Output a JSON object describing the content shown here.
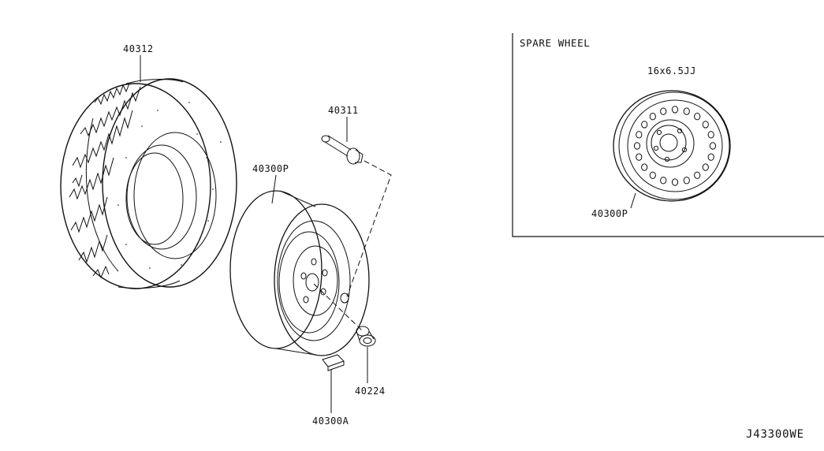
{
  "labels": {
    "tire": "40312",
    "valve": "40311",
    "wheel": "40300P",
    "nut": "40224",
    "weight": "40300A"
  },
  "spare": {
    "title": "SPARE WHEEL",
    "size": "16x6.5JJ",
    "part": "40300P"
  },
  "diagram_code": "J43300WE",
  "colors": {
    "line": "#111111",
    "background": "#ffffff"
  }
}
